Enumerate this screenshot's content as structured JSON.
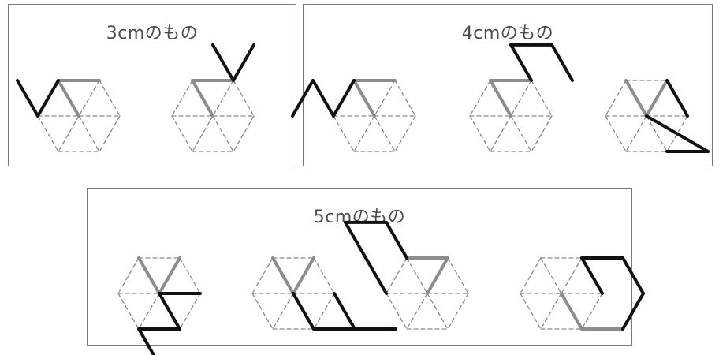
{
  "panels": [
    {
      "title": "3cmのもの",
      "figure_count": 2
    },
    {
      "title": "4cmのもの",
      "figure_count": 3
    },
    {
      "title": "5cmのもの",
      "figure_count": 4
    }
  ],
  "colors": {
    "grid": "#8a8a8a",
    "gray_segment": "#8c8c8c",
    "black_segment": "#111111",
    "border": "#7a7a7a"
  },
  "figures": [
    {
      "panel": 0,
      "gray": [
        [
          0,
          0,
          0,
          -1
        ],
        [
          0,
          -1,
          1,
          -1
        ]
      ],
      "black": [
        [
          -1,
          0,
          -1,
          -1
        ],
        [
          -1,
          0,
          0,
          -1
        ]
      ]
    },
    {
      "panel": 0,
      "gray": [
        [
          0,
          0,
          0,
          -1
        ],
        [
          0,
          -1,
          1,
          -1
        ]
      ],
      "black": [
        [
          1,
          -1,
          2,
          -2
        ],
        [
          1,
          -1,
          1,
          -2
        ]
      ]
    },
    {
      "panel": 1,
      "gray": [
        [
          0,
          0,
          0,
          -1
        ],
        [
          0,
          -1,
          1,
          -1
        ]
      ],
      "black": [
        [
          -2,
          0,
          -1,
          -1
        ],
        [
          -1,
          -1,
          -1,
          0
        ],
        [
          -1,
          0,
          0,
          -1
        ]
      ]
    },
    {
      "panel": 1,
      "gray": [
        [
          0,
          0,
          0,
          -1
        ],
        [
          0,
          -1,
          1,
          -1
        ]
      ],
      "black": [
        [
          1,
          -1,
          1,
          -2
        ],
        [
          1,
          -2,
          2,
          -2
        ],
        [
          2,
          -2,
          2,
          -1
        ]
      ]
    },
    {
      "panel": 1,
      "gray": [
        [
          0,
          0,
          0,
          -1
        ],
        [
          0,
          0,
          1,
          -1
        ]
      ],
      "black": [
        [
          0,
          0,
          1,
          1
        ],
        [
          0,
          1,
          1,
          1
        ],
        [
          1,
          0,
          1,
          -1
        ]
      ]
    },
    {
      "panel": 2,
      "gray": [
        [
          0,
          0,
          1,
          -1
        ],
        [
          0,
          -1,
          0,
          0
        ]
      ],
      "black": [
        [
          -1,
          1,
          -1,
          2
        ],
        [
          -1,
          1,
          0,
          1
        ],
        [
          0,
          1,
          0,
          0
        ],
        [
          0,
          0,
          1,
          0
        ]
      ]
    },
    {
      "panel": 2,
      "gray": [
        [
          0,
          0,
          1,
          -1
        ],
        [
          0,
          -1,
          0,
          0
        ]
      ],
      "black": [
        [
          0,
          0,
          0,
          1
        ],
        [
          0,
          1,
          1,
          1
        ],
        [
          1,
          0,
          1,
          1
        ],
        [
          1,
          1,
          2,
          1
        ]
      ]
    },
    {
      "panel": 2,
      "gray": [
        [
          0,
          0,
          1,
          -1
        ],
        [
          0,
          -1,
          1,
          -1
        ]
      ],
      "black": [
        [
          -1,
          0,
          -1,
          -1
        ],
        [
          -1,
          -1,
          -1,
          -2
        ],
        [
          -1,
          -2,
          0,
          -2
        ],
        [
          0,
          -2,
          0,
          -1
        ]
      ]
    },
    {
      "panel": 2,
      "gray": [
        [
          0,
          0,
          0,
          1
        ],
        [
          0,
          1,
          1,
          1
        ]
      ],
      "black": [
        [
          1,
          0,
          1,
          -1
        ],
        [
          1,
          -1,
          2,
          -1
        ],
        [
          2,
          -1,
          2,
          0
        ],
        [
          1,
          1,
          2,
          0
        ]
      ]
    }
  ]
}
